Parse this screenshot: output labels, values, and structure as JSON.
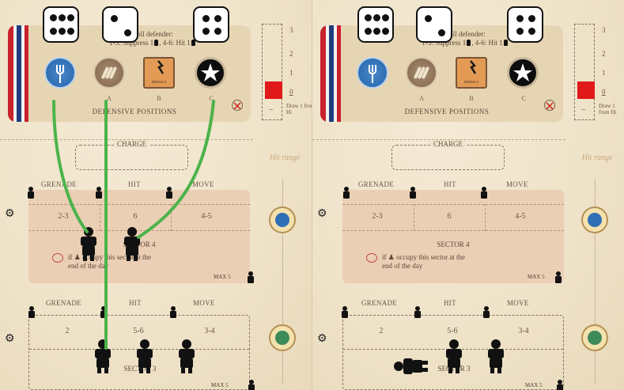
{
  "dice": [
    {
      "value": 6
    },
    {
      "value": 2
    },
    {
      "value": 4
    }
  ],
  "defender_card": {
    "roll_text_line1": "Roll  defender:",
    "roll_text_line2a": "1-3: Suppress 1",
    "roll_text_line2b": ", 4-6: Hit 1",
    "token_labels": [
      "A",
      "B",
      "C"
    ],
    "orange_token_text": "DEEPOS A",
    "title": "DEFENSIVE POSITIONS"
  },
  "track": {
    "numbers": [
      "3",
      "2",
      "1",
      "0"
    ],
    "minus": "–",
    "draw_text": "Draw 1 from Hi"
  },
  "charge_label": "CHARGE",
  "sector4": {
    "columns": [
      "GRENADE",
      "HIT",
      "MOVE"
    ],
    "cells": [
      "2-3",
      "6",
      "4-5"
    ],
    "name": "SECTOR 4",
    "desc_a": "if",
    "desc_b": "occupy this sector at the",
    "desc_c": "end of the day",
    "max": "MAX 5"
  },
  "sector3": {
    "columns": [
      "GRENADE",
      "HIT",
      "MOVE"
    ],
    "cells": [
      "2",
      "5-6",
      "3-4"
    ],
    "name": "SECTOR 3",
    "max": "MAX 5"
  },
  "hit_range_label": "Hit range",
  "colors": {
    "green_line": "#4cb34a",
    "red_marker": "#e01919",
    "blue_token": "#2f6fb5",
    "brown_token": "#8b6f55",
    "orange_token": "#e29a55",
    "black_token": "#0d0d0d"
  },
  "icons": {
    "flag": "norway-flag-icon",
    "blue_token": "fork-icon",
    "brown_token": "bullets-icon",
    "orange_token": "broken-position-icon",
    "black_token": "star-icon",
    "close": "cancel-icon"
  }
}
